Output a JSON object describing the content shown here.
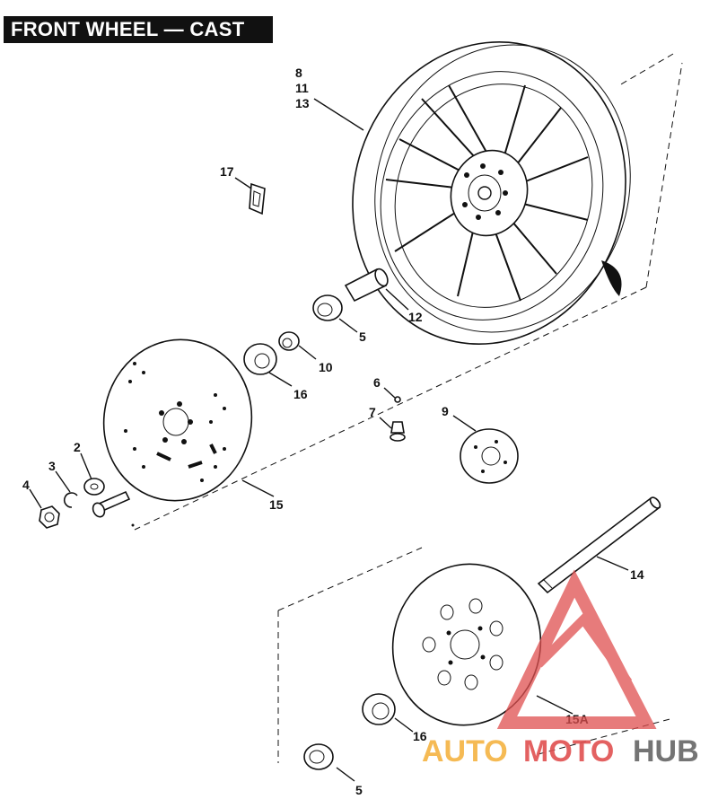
{
  "title": "FRONT WHEEL — CAST",
  "labels": {
    "l8": "8",
    "l11": "11",
    "l13": "13",
    "l17": "17",
    "l12": "12",
    "l5a": "5",
    "l10": "10",
    "l16a": "16",
    "l6": "6",
    "l7": "7",
    "l9": "9",
    "l2": "2",
    "l3": "3",
    "l4": "4",
    "l15": "15",
    "l14": "14",
    "l15a": "15A",
    "l16b": "16",
    "l5b": "5"
  },
  "watermark": {
    "part1": "AUTO",
    "part2": "MOTO",
    "part3": "HUB",
    "color_orange": "#f5b342",
    "color_red": "#e05050",
    "color_gray": "#666666"
  }
}
